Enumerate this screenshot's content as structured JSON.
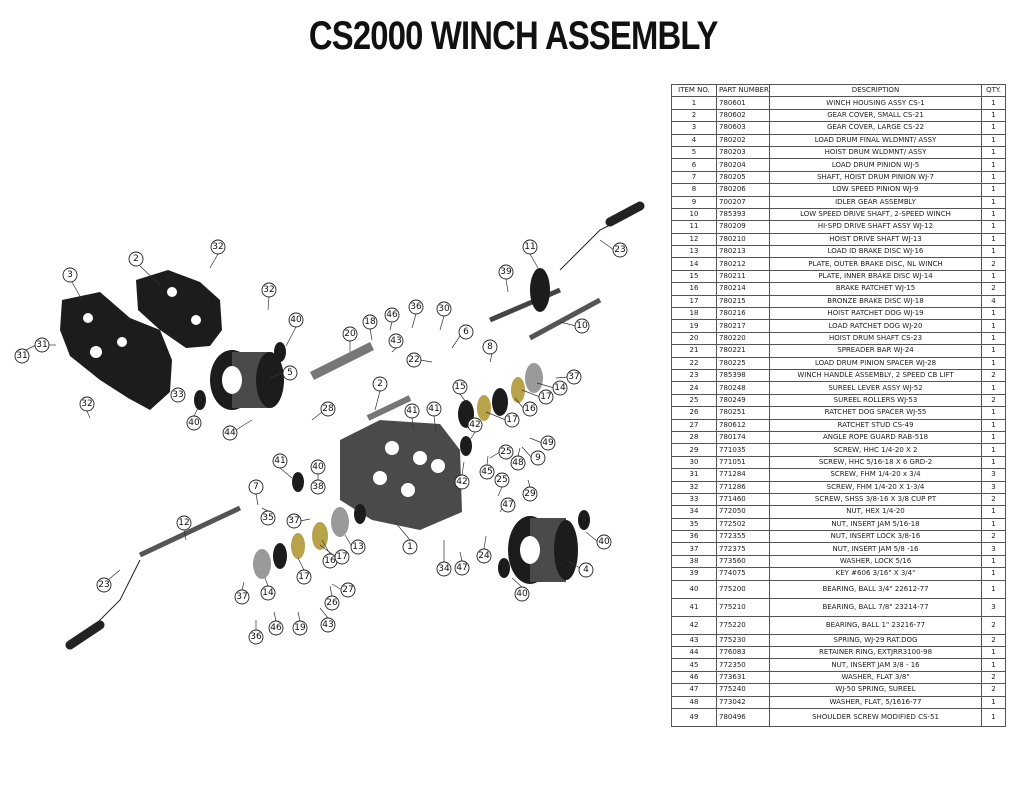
{
  "title": "CS2000 WINCH ASSEMBLY",
  "bom": {
    "headers": [
      "ITEM NO.",
      "PART NUMBER",
      "DESCRIPTION",
      "QTY."
    ],
    "rows": [
      {
        "item": "1",
        "part": "780601",
        "desc": "WINCH HOUSING ASSY CS-1",
        "qty": "1"
      },
      {
        "item": "2",
        "part": "780602",
        "desc": "GEAR COVER, SMALL CS-21",
        "qty": "1"
      },
      {
        "item": "3",
        "part": "780603",
        "desc": "GEAR COVER, LARGE CS-22",
        "qty": "1"
      },
      {
        "item": "4",
        "part": "780202",
        "desc": "LOAD DRUM FINAL WLDMNT/ ASSY",
        "qty": "1"
      },
      {
        "item": "5",
        "part": "780203",
        "desc": "HOIST DRUM WLDMNT/ ASSY",
        "qty": "1"
      },
      {
        "item": "6",
        "part": "780204",
        "desc": "LOAD DRUM PINION WJ-5",
        "qty": "1"
      },
      {
        "item": "7",
        "part": "780205",
        "desc": "SHAFT, HOIST DRUM PINION WJ-7",
        "qty": "1"
      },
      {
        "item": "8",
        "part": "780206",
        "desc": "LOW SPEED PINION WJ-9",
        "qty": "1"
      },
      {
        "item": "9",
        "part": "700207",
        "desc": "IDLER GEAR ASSEMBLY",
        "qty": "1"
      },
      {
        "item": "10",
        "part": "785393",
        "desc": "LOW SPEED DRIVE SHAFT, 2-SPEED WINCH",
        "qty": "1"
      },
      {
        "item": "11",
        "part": "780209",
        "desc": "HI-SPD DRIVE SHAFT ASSY WJ-12",
        "qty": "1"
      },
      {
        "item": "12",
        "part": "780210",
        "desc": "HOIST DRIVE SHAFT WJ-13",
        "qty": "1"
      },
      {
        "item": "13",
        "part": "780213",
        "desc": "LOAD ID BRAKE DISC WJ-16",
        "qty": "1"
      },
      {
        "item": "14",
        "part": "780212",
        "desc": "PLATE, OUTER BRAKE DISC, NL WINCH",
        "qty": "2"
      },
      {
        "item": "15",
        "part": "780211",
        "desc": "PLATE, INNER BRAKE DISC WJ-14",
        "qty": "1"
      },
      {
        "item": "16",
        "part": "780214",
        "desc": "BRAKE RATCHET WJ-15",
        "qty": "2"
      },
      {
        "item": "17",
        "part": "780215",
        "desc": "BRONZE BRAKE DISC WJ-18",
        "qty": "4"
      },
      {
        "item": "18",
        "part": "780216",
        "desc": "HOIST RATCHET DOG WJ-19",
        "qty": "1"
      },
      {
        "item": "19",
        "part": "780217",
        "desc": "LOAD RATCHET DOG WJ-20",
        "qty": "1"
      },
      {
        "item": "20",
        "part": "780220",
        "desc": "HOIST DRUM SHAFT CS-23",
        "qty": "1"
      },
      {
        "item": "21",
        "part": "780221",
        "desc": "SPREADER BAR WJ-24",
        "qty": "1"
      },
      {
        "item": "22",
        "part": "780225",
        "desc": "LOAD DRUM PINION SPACER WJ-28",
        "qty": "1"
      },
      {
        "item": "23",
        "part": "785398",
        "desc": "WINCH HANDLE ASSEMBLY, 2 SPEED CB LIFT",
        "qty": "2"
      },
      {
        "item": "24",
        "part": "780248",
        "desc": "SUREEL LEVER ASSY WJ-52",
        "qty": "1"
      },
      {
        "item": "25",
        "part": "780249",
        "desc": "SUREEL ROLLERS WJ-53",
        "qty": "2"
      },
      {
        "item": "26",
        "part": "780251",
        "desc": "RATCHET DOG SPACER WJ-55",
        "qty": "1"
      },
      {
        "item": "27",
        "part": "780612",
        "desc": "RATCHET STUD CS-49",
        "qty": "1"
      },
      {
        "item": "28",
        "part": "780174",
        "desc": "ANGLE ROPE GUARD RAB-518",
        "qty": "1"
      },
      {
        "item": "29",
        "part": "771035",
        "desc": "SCREW, HHC 1/4-20 X 2",
        "qty": "1"
      },
      {
        "item": "30",
        "part": "771051",
        "desc": "SCREW, HHC 5/16-18 X 6 GRD-2",
        "qty": "1"
      },
      {
        "item": "31",
        "part": "771284",
        "desc": "SCREW, FHM 1/4-20 x 3/4",
        "qty": "3"
      },
      {
        "item": "32",
        "part": "771286",
        "desc": "SCREW, FHM 1/4-20 X 1-3/4",
        "qty": "3"
      },
      {
        "item": "33",
        "part": "771460",
        "desc": "SCREW, SHSS 3/8-16 X 3/8 CUP PT",
        "qty": "2"
      },
      {
        "item": "34",
        "part": "772050",
        "desc": "NUT, HEX 1/4-20",
        "qty": "1"
      },
      {
        "item": "35",
        "part": "772502",
        "desc": "NUT, INSERT JAM 5/16-18",
        "qty": "1"
      },
      {
        "item": "36",
        "part": "772355",
        "desc": "NUT, INSERT LOCK 3/8-16",
        "qty": "2"
      },
      {
        "item": "37",
        "part": "772375",
        "desc": "NUT, INSERT JAM 5/8 -16",
        "qty": "3"
      },
      {
        "item": "38",
        "part": "773560",
        "desc": "WASHER, LOCK 5/16",
        "qty": "1"
      },
      {
        "item": "39",
        "part": "774075",
        "desc": "KEY #606 3/16\" X 3/4\"",
        "qty": "1"
      },
      {
        "item": "40",
        "part": "775200",
        "desc": "BEARING, BALL 3/4\" 22612-77",
        "qty": "1",
        "tall": true
      },
      {
        "item": "41",
        "part": "775210",
        "desc": "BEARING, BALL 7/8\" 23214-77",
        "qty": "3",
        "tall": true
      },
      {
        "item": "42",
        "part": "775220",
        "desc": "BEARING, BALL 1\" 23216-77",
        "qty": "2",
        "tall": true
      },
      {
        "item": "43",
        "part": "775230",
        "desc": "SPRING, WJ-29 RAT.DOG",
        "qty": "2"
      },
      {
        "item": "44",
        "part": "776083",
        "desc": "RETAINER RING, EXTJRR3100-98",
        "qty": "1"
      },
      {
        "item": "45",
        "part": "772350",
        "desc": "NUT, INSERT JAM 3/8 - 16",
        "qty": "1"
      },
      {
        "item": "46",
        "part": "773631",
        "desc": "WASHER, FLAT 3/8\"",
        "qty": "2"
      },
      {
        "item": "47",
        "part": "775240",
        "desc": "WJ-50 SPRING, SUREEL",
        "qty": "2"
      },
      {
        "item": "48",
        "part": "773042",
        "desc": "WASHER, FLAT, 5/1616-77",
        "qty": "1"
      },
      {
        "item": "49",
        "part": "780496",
        "desc": "SHOULDER SCREW MODIFIED CS-51",
        "qty": "1",
        "tall": true
      }
    ]
  },
  "callouts": [
    "1",
    "2",
    "2",
    "3",
    "4",
    "5",
    "6",
    "7",
    "8",
    "9",
    "10",
    "11",
    "12",
    "13",
    "14",
    "14",
    "15",
    "16",
    "16",
    "17",
    "17",
    "17",
    "17",
    "18",
    "19",
    "20",
    "22",
    "23",
    "23",
    "24",
    "25",
    "25",
    "26",
    "27",
    "28",
    "29",
    "30",
    "31",
    "31",
    "32",
    "32",
    "32",
    "33",
    "34",
    "35",
    "36",
    "36",
    "37",
    "37",
    "37",
    "38",
    "39",
    "40",
    "40",
    "40",
    "40",
    "40",
    "41",
    "41",
    "41",
    "42",
    "42",
    "43",
    "43",
    "44",
    "45",
    "46",
    "46",
    "47",
    "47",
    "48",
    "49"
  ]
}
